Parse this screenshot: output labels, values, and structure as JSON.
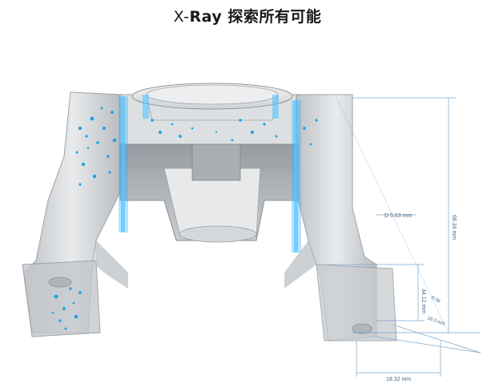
{
  "header": {
    "title_prefix": "X-",
    "title_main": "Ray 探索所有可能"
  },
  "measurements": {
    "diameter": "D 5.63 mm",
    "height_total": "68.34 mm",
    "height_side": "34.12 mm",
    "width_bottom": "18.32 mm",
    "small_a": "8.08",
    "small_b": "18.0 mm"
  },
  "colors": {
    "part_gray": "#c9ccd0",
    "part_dark": "#9aa0a6",
    "xray_blue": "#1aa3e8",
    "dimension_line": "#7aa6cc"
  }
}
